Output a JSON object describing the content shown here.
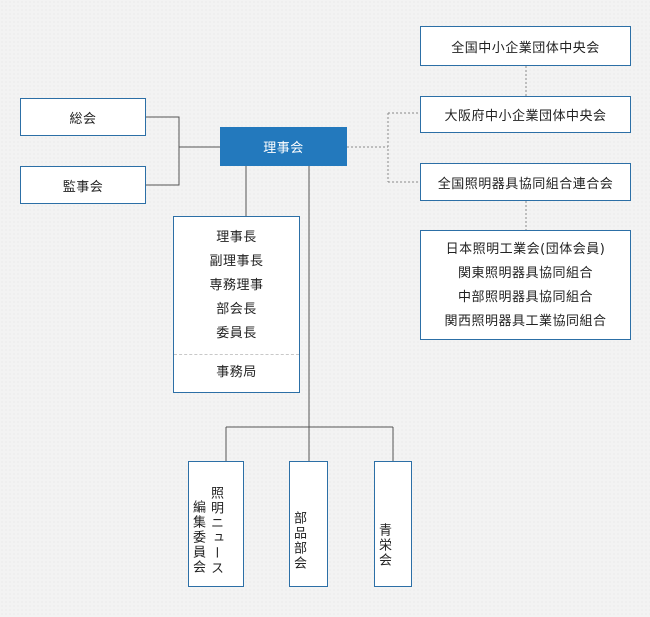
{
  "nodes": {
    "general_meeting": "総会",
    "auditor": "監事会",
    "board": "理事会",
    "officers": [
      "理事長",
      "副理事長",
      "専務理事",
      "部会長",
      "委員長"
    ],
    "secretariat": "事務局",
    "national_central": "全国中小企業団体中央会",
    "osaka_central": "大阪府中小企業団体中央会",
    "national_lighting": "全国照明器具協同組合連合会",
    "members": [
      "日本照明工業会(団体会員)",
      "関東照明器具協同組合",
      "中部照明器具協同組合",
      "関西照明器具工業協同組合"
    ],
    "news_committee_col1": "照明ニュース",
    "news_committee_col2": "編集委員会",
    "parts_division": "部品部会",
    "youth_group": "青栄会"
  },
  "colors": {
    "primary": "#2379bd",
    "border": "#2c6fa6",
    "line": "#555555",
    "dotted": "#888888"
  }
}
